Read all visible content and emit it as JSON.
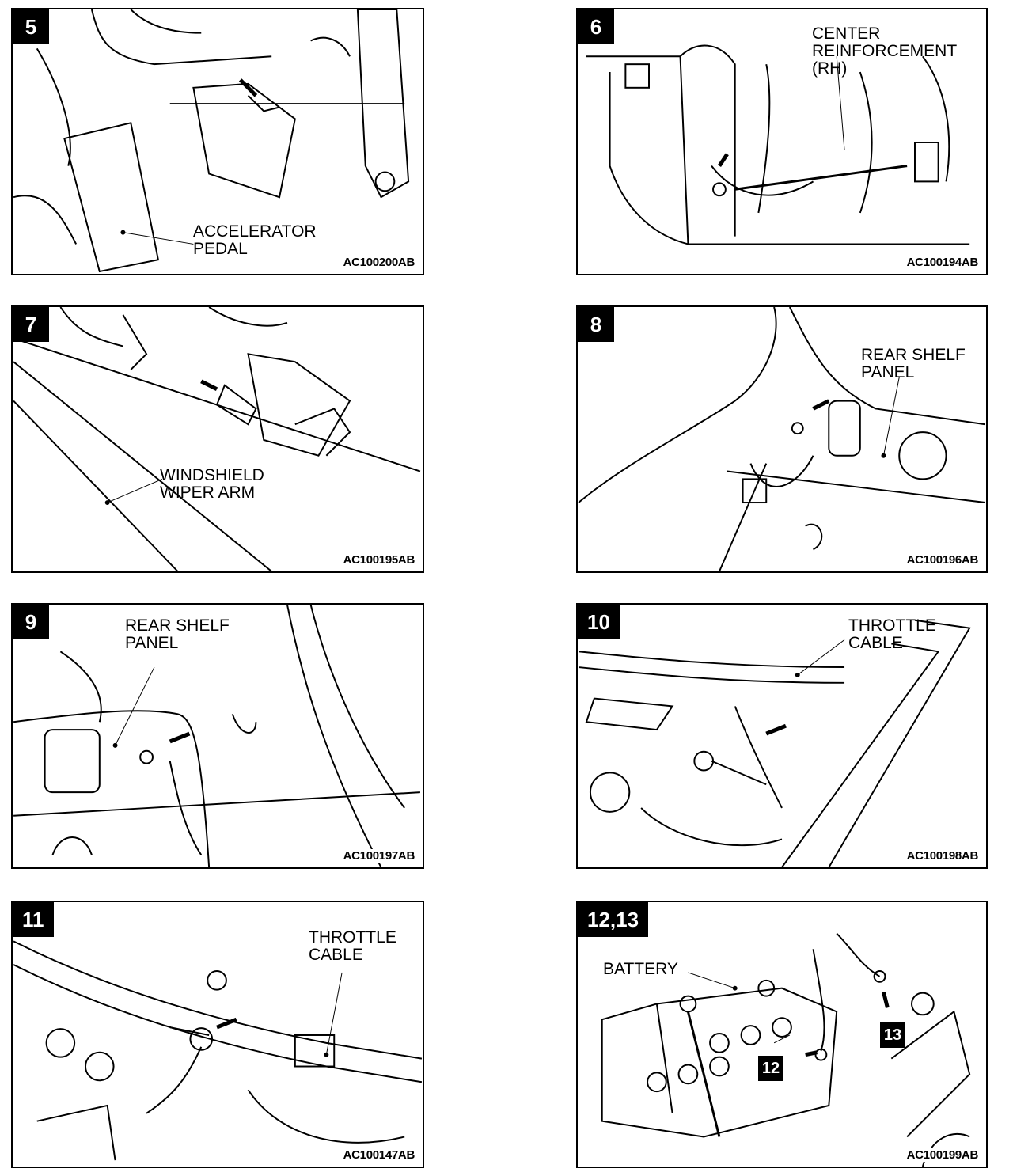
{
  "panels": [
    {
      "number": "5",
      "code": "AC100200AB",
      "labels": [
        "ACCELERATOR\nPEDAL"
      ]
    },
    {
      "number": "6",
      "code": "AC100194AB",
      "labels": [
        "CENTER\nREINFORCEMENT\n(RH)"
      ]
    },
    {
      "number": "7",
      "code": "AC100195AB",
      "labels": [
        "WINDSHIELD\nWIPER ARM"
      ]
    },
    {
      "number": "8",
      "code": "AC100196AB",
      "labels": [
        "REAR SHELF\nPANEL"
      ]
    },
    {
      "number": "9",
      "code": "AC100197AB",
      "labels": [
        "REAR SHELF\nPANEL"
      ]
    },
    {
      "number": "10",
      "code": "AC100198AB",
      "labels": [
        "THROTTLE\nCABLE"
      ]
    },
    {
      "number": "11",
      "code": "AC100147AB",
      "labels": [
        "THROTTLE\nCABLE"
      ]
    },
    {
      "number": "12,13",
      "code": "AC100199AB",
      "labels": [
        "BATTERY"
      ],
      "callouts": [
        "12",
        "13"
      ]
    }
  ]
}
